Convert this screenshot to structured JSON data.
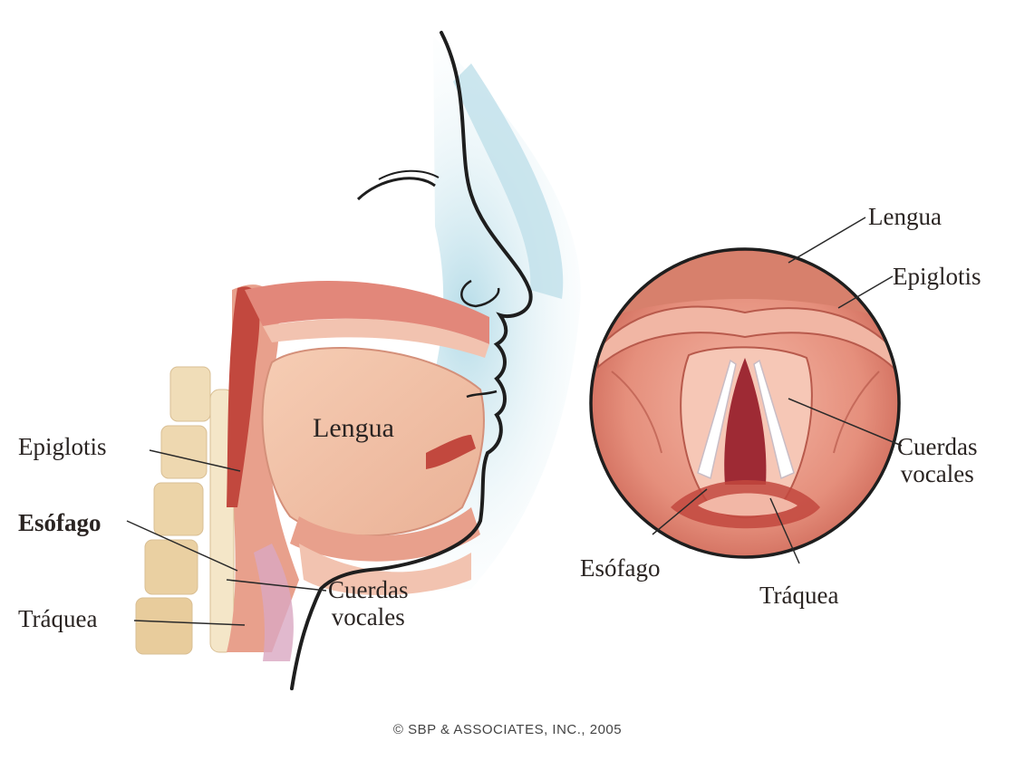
{
  "diagram": {
    "colors": {
      "skin_glow": "#bfe0ea",
      "tissue": "#e8a08c",
      "tissue_dark": "#c2483e",
      "tongue": "#f2c3a8",
      "vertebra": "#f0ddb8",
      "outline": "#1e1e1e",
      "leader": "#2a2a2a"
    },
    "side_view": {
      "labels": {
        "epiglotis": "Epiglotis",
        "esofago": "Esófago",
        "traquea": "Tráquea",
        "lengua": "Lengua",
        "cuerdas_line1": "Cuerdas",
        "cuerdas_line2": "vocales"
      }
    },
    "larynx_view": {
      "labels": {
        "lengua": "Lengua",
        "epiglotis": "Epiglotis",
        "cuerdas_line1": "Cuerdas",
        "cuerdas_line2": "vocales",
        "esofago": "Esófago",
        "traquea": "Tráquea"
      }
    },
    "copyright": "© SBP & ASSOCIATES, INC., 2005"
  }
}
